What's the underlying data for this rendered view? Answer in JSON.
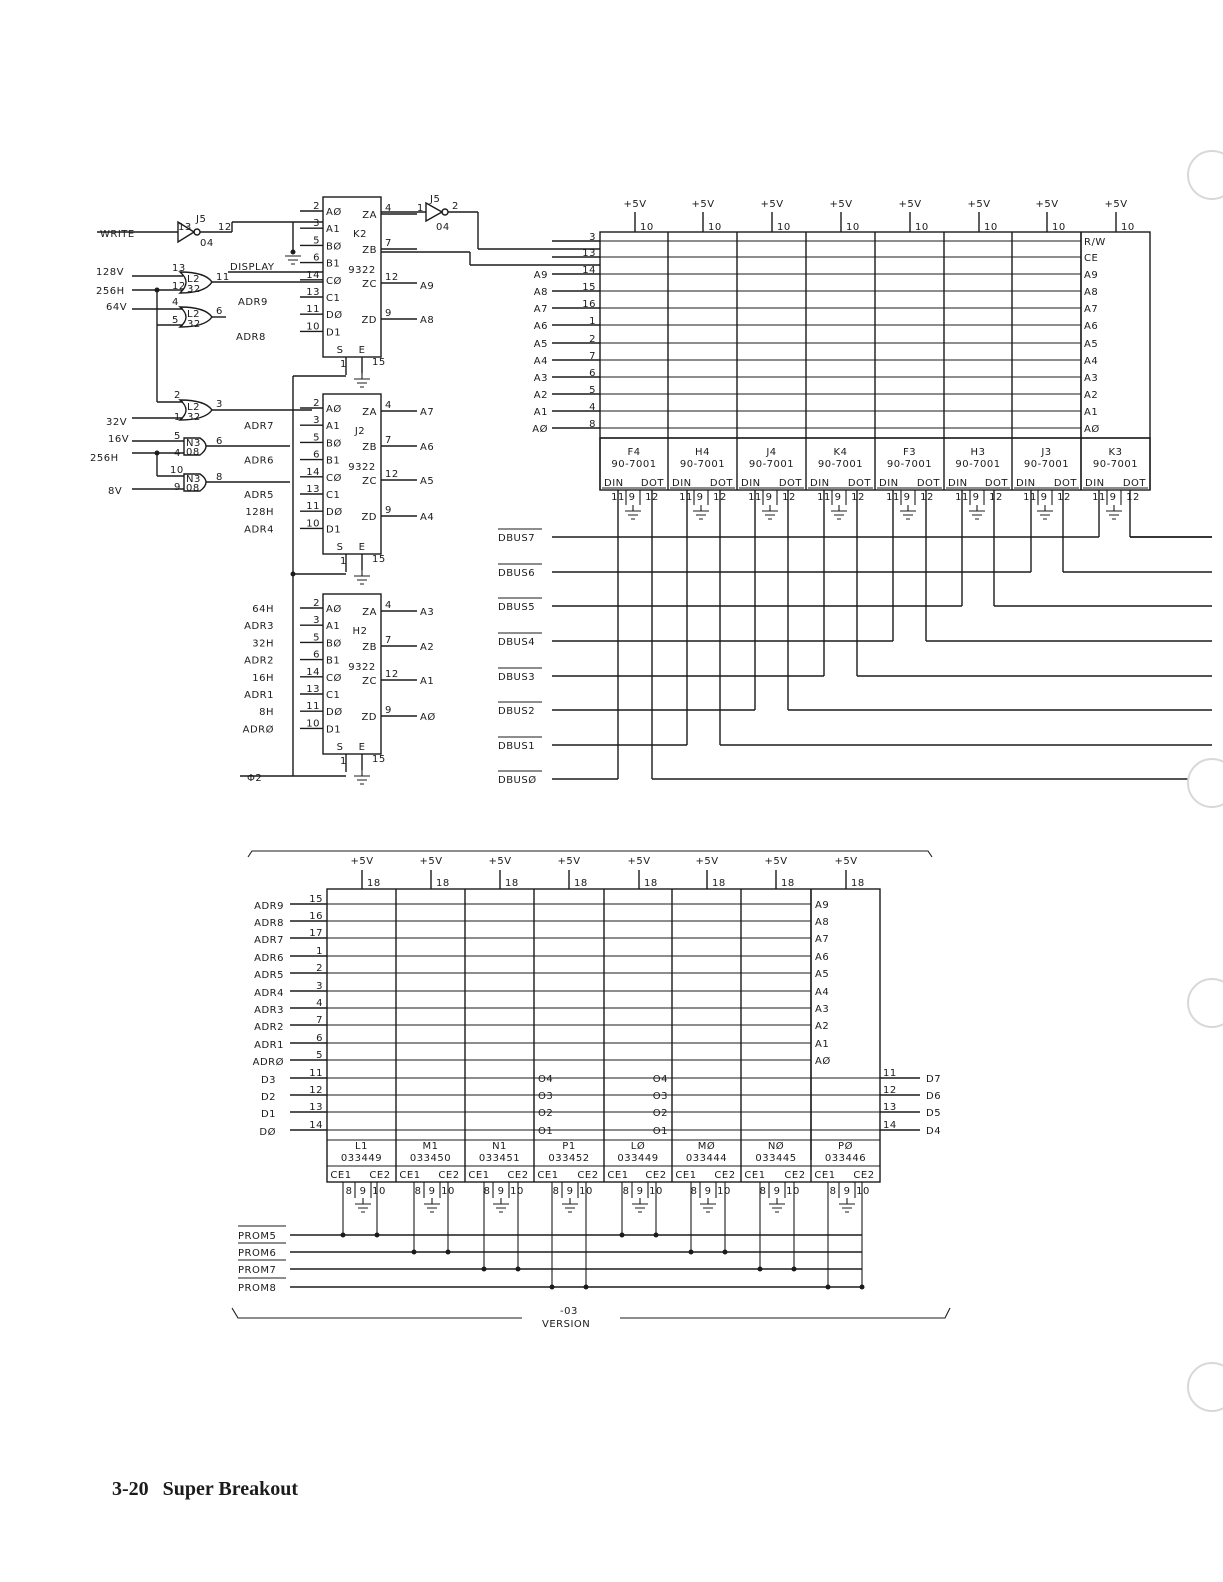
{
  "page": {
    "number": "3-20",
    "title": "Super Breakout"
  },
  "top": {
    "write_label": "WRITE",
    "display_label": "DISPLAY",
    "inverter_ref": "J5",
    "inverter_type": "04",
    "gates": [
      {
        "ref": "L2",
        "type": "32"
      },
      {
        "ref": "L2",
        "type": "32"
      },
      {
        "ref": "L2",
        "type": "32"
      },
      {
        "ref": "N3",
        "type": "08"
      },
      {
        "ref": "N3",
        "type": "08"
      }
    ],
    "gate_inputs": [
      "128V",
      "256H",
      "64V",
      "32V",
      "16V",
      "256H",
      "8V"
    ],
    "clock_label": "Φ2",
    "multiplexers": [
      {
        "ref": "K2",
        "type": "9322",
        "pins_left": [
          "2",
          "3",
          "5",
          "6",
          "14",
          "13",
          "11",
          "10"
        ],
        "pins_right": [
          "4",
          "7",
          "12",
          "9"
        ],
        "left": [
          "AØ",
          "A1",
          "BØ",
          "B1",
          "CØ",
          "C1",
          "DØ",
          "D1"
        ],
        "right": [
          "ZA",
          "ZB",
          "ZC",
          "ZD"
        ],
        "inputs": [
          "ADR9",
          "ADR8"
        ],
        "outputs": [
          "A9",
          "A8"
        ]
      },
      {
        "ref": "J2",
        "type": "9322",
        "pins_left": [
          "2",
          "3",
          "5",
          "6",
          "14",
          "13",
          "11",
          "10"
        ],
        "pins_right": [
          "4",
          "7",
          "12",
          "9"
        ],
        "left": [
          "AØ",
          "A1",
          "BØ",
          "B1",
          "CØ",
          "C1",
          "DØ",
          "D1"
        ],
        "right": [
          "ZA",
          "ZB",
          "ZC",
          "ZD"
        ],
        "inputs": [
          "ADR7",
          "ADR6",
          "ADR5",
          "128H",
          "ADR4"
        ],
        "outputs": [
          "A7",
          "A6",
          "A5",
          "A4"
        ]
      },
      {
        "ref": "H2",
        "type": "9322",
        "pins_left": [
          "2",
          "3",
          "5",
          "6",
          "14",
          "13",
          "11",
          "10"
        ],
        "pins_right": [
          "4",
          "7",
          "12",
          "9"
        ],
        "left": [
          "AØ",
          "A1",
          "BØ",
          "B1",
          "CØ",
          "C1",
          "DØ",
          "D1"
        ],
        "right": [
          "ZA",
          "ZB",
          "ZC",
          "ZD"
        ],
        "inputs": [
          "64H",
          "ADR3",
          "32H",
          "ADR2",
          "16H",
          "ADR1",
          "8H",
          "ADRØ"
        ],
        "outputs": [
          "A3",
          "A2",
          "A1",
          "AØ"
        ]
      }
    ],
    "select_labels": [
      "S",
      "E"
    ],
    "power": "+5V",
    "ram_address_labels": [
      "A9",
      "A8",
      "A7",
      "A6",
      "A5",
      "A4",
      "A3",
      "A2",
      "A1",
      "AØ"
    ],
    "ram_pins_left": [
      "3",
      "13",
      "14",
      "15",
      "16",
      "1",
      "2",
      "7",
      "6",
      "5",
      "4",
      "8"
    ],
    "ram_right_labels": [
      "R/W",
      "CE",
      "A9",
      "A8",
      "A7",
      "A6",
      "A5",
      "A4",
      "A3",
      "A2",
      "A1",
      "AØ"
    ],
    "ram_chips": [
      {
        "ref": "F4",
        "part": "90-7001"
      },
      {
        "ref": "H4",
        "part": "90-7001"
      },
      {
        "ref": "J4",
        "part": "90-7001"
      },
      {
        "ref": "K4",
        "part": "90-7001"
      },
      {
        "ref": "F3",
        "part": "90-7001"
      },
      {
        "ref": "H3",
        "part": "90-7001"
      },
      {
        "ref": "J3",
        "part": "90-7001"
      },
      {
        "ref": "K3",
        "part": "90-7001"
      }
    ],
    "ram_io": [
      "DIN",
      "DOT"
    ],
    "ram_bottom_pins": [
      "11",
      "9",
      "12"
    ],
    "ram_power_pin": "10",
    "data_bus": [
      "DBUS7",
      "DBUS6",
      "DBUS5",
      "DBUS4",
      "DBUS3",
      "DBUS2",
      "DBUS1",
      "DBUSØ"
    ]
  },
  "bottom": {
    "address_inputs": [
      "ADR9",
      "ADR8",
      "ADR7",
      "ADR6",
      "ADR5",
      "ADR4",
      "ADR3",
      "ADR2",
      "ADR1",
      "ADRØ"
    ],
    "data_inputs": [
      "D3",
      "D2",
      "D1",
      "DØ"
    ],
    "pins_left": [
      "15",
      "16",
      "17",
      "1",
      "2",
      "3",
      "4",
      "7",
      "6",
      "5",
      "11",
      "12",
      "13",
      "14"
    ],
    "address_labels": [
      "A9",
      "A8",
      "A7",
      "A6",
      "A5",
      "A4",
      "A3",
      "A2",
      "A1",
      "AØ"
    ],
    "power": "+5V",
    "power_pin": "18",
    "inner_labels_p1": [
      "O4",
      "O3",
      "O2",
      "O1"
    ],
    "inner_labels_l0": [
      "O4",
      "O3",
      "O2",
      "O1"
    ],
    "right_pins": [
      "11",
      "12",
      "13",
      "14"
    ],
    "data_outputs": [
      "D7",
      "D6",
      "D5",
      "D4"
    ],
    "proms": [
      {
        "ref": "L1",
        "part": "033449"
      },
      {
        "ref": "M1",
        "part": "033450"
      },
      {
        "ref": "N1",
        "part": "033451"
      },
      {
        "ref": "P1",
        "part": "033452"
      },
      {
        "ref": "LØ",
        "part": "033449"
      },
      {
        "ref": "MØ",
        "part": "033444"
      },
      {
        "ref": "NØ",
        "part": "033445"
      },
      {
        "ref": "PØ",
        "part": "033446"
      }
    ],
    "chip_enables": [
      "CE1",
      "CE2"
    ],
    "bottom_pins": [
      "8",
      "9",
      "10"
    ],
    "prom_selects": [
      "PROM5",
      "PROM6",
      "PROM7",
      "PROM8"
    ],
    "version": [
      "-03",
      "VERSION"
    ]
  }
}
